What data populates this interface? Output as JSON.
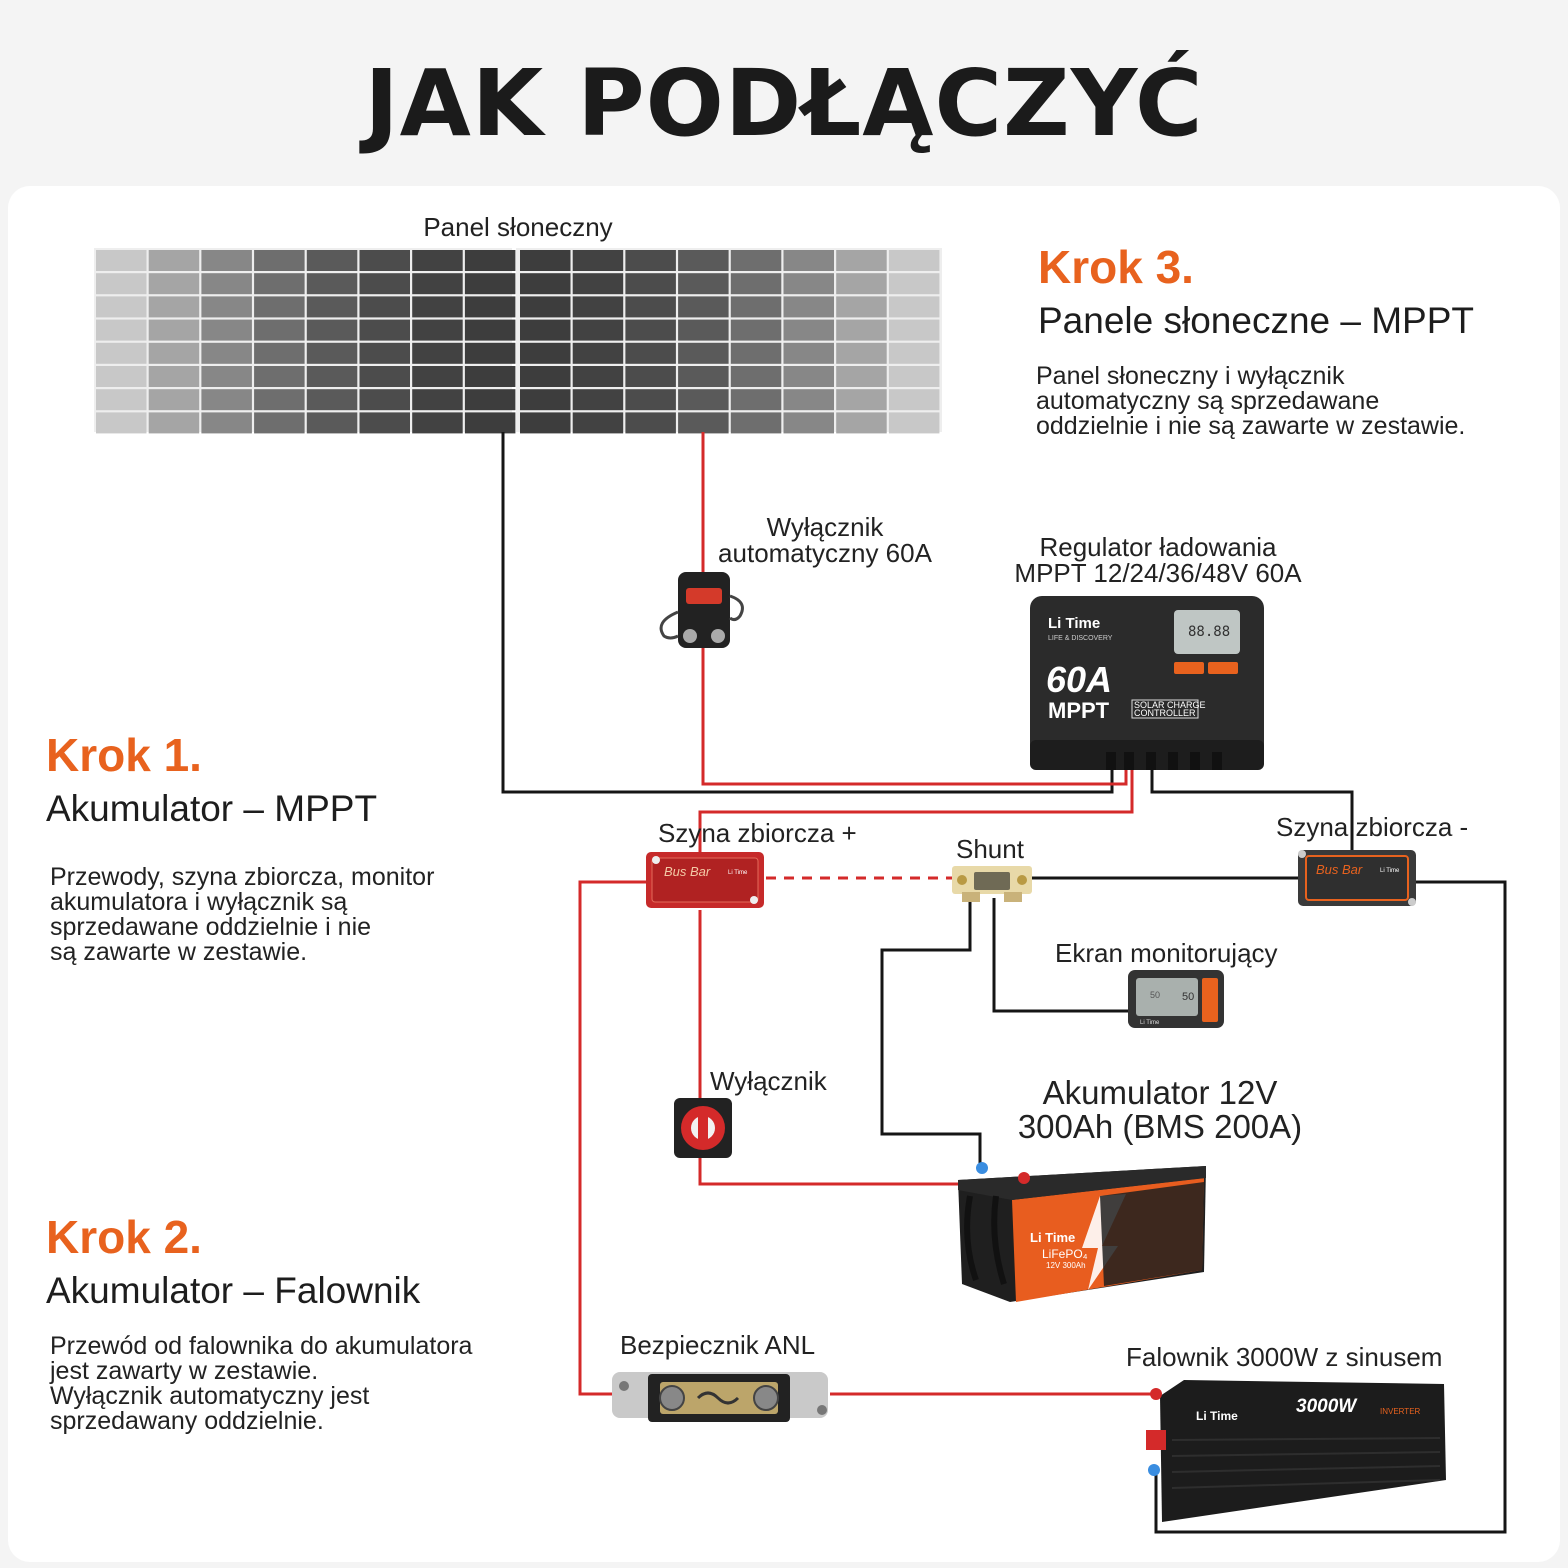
{
  "title": "JAK PODŁĄCZYĆ",
  "labels": {
    "solar_panel": "Panel słoneczny",
    "breaker_60a": "Wyłącznik\nautomatyczny 60A",
    "mppt": "Regulator ładowania\nMPPT 12/24/36/48V 60A",
    "busbar_plus": "Szyna zbiorcza +",
    "shunt": "Shunt",
    "busbar_minus": "Szyna zbiorcza -",
    "monitor": "Ekran monitorujący",
    "switch": "Wyłącznik",
    "battery": "Akumulator 12V\n300Ah (BMS 200A)",
    "anl_fuse": "Bezpiecznik ANL",
    "inverter": "Falownik 3000W z sinusem"
  },
  "steps": [
    {
      "heading": "Krok 1.",
      "subtitle": "Akumulator – MPPT",
      "description": "Przewody, szyna zbiorcza, monitor\nakumulatora i wyłącznik są\nsprzedawane oddzielnie i nie\nsą zawarte w zestawie."
    },
    {
      "heading": "Krok 2.",
      "subtitle": "Akumulator – Falownik",
      "description": "Przewód od falownika do akumulatora\njest zawarty w zestawie.\nWyłącznik automatyczny jest\nsprzedawany oddzielnie."
    },
    {
      "heading": "Krok 3.",
      "subtitle": "Panele słoneczne – MPPT",
      "description": "Panel słoneczny i wyłącznik\nautomatyczny są sprzedawane\noddzielnie i nie są zawarte w zestawie."
    }
  ],
  "device_text": {
    "mppt_brand": "Li Time",
    "mppt_tagline": "LIFE & DISCOVERY",
    "mppt_rating": "60A",
    "mppt_type": "MPPT",
    "mppt_badge1": "SOLAR CHARGE",
    "mppt_badge2": "CONTROLLER",
    "mppt_lcd": "88.88",
    "busbar_text": "Bus Bar",
    "busbar_brand": "Li Time",
    "battery_brand": "Li Time",
    "battery_chem": "LiFePO₄",
    "battery_spec": "12V 300Ah",
    "inverter_brand": "Li Time",
    "inverter_power": "3000W",
    "inverter_type": "INVERTER",
    "monitor_left": "50",
    "monitor_right": "50",
    "monitor_brand": "Li Time"
  },
  "colors": {
    "accent": "#e8621e",
    "wire_red": "#d42a2a",
    "wire_black": "#151515",
    "busbar_red": "#c62a2a",
    "busbar_dark": "#3a3a3a",
    "battery_orange": "#e85d1f"
  }
}
